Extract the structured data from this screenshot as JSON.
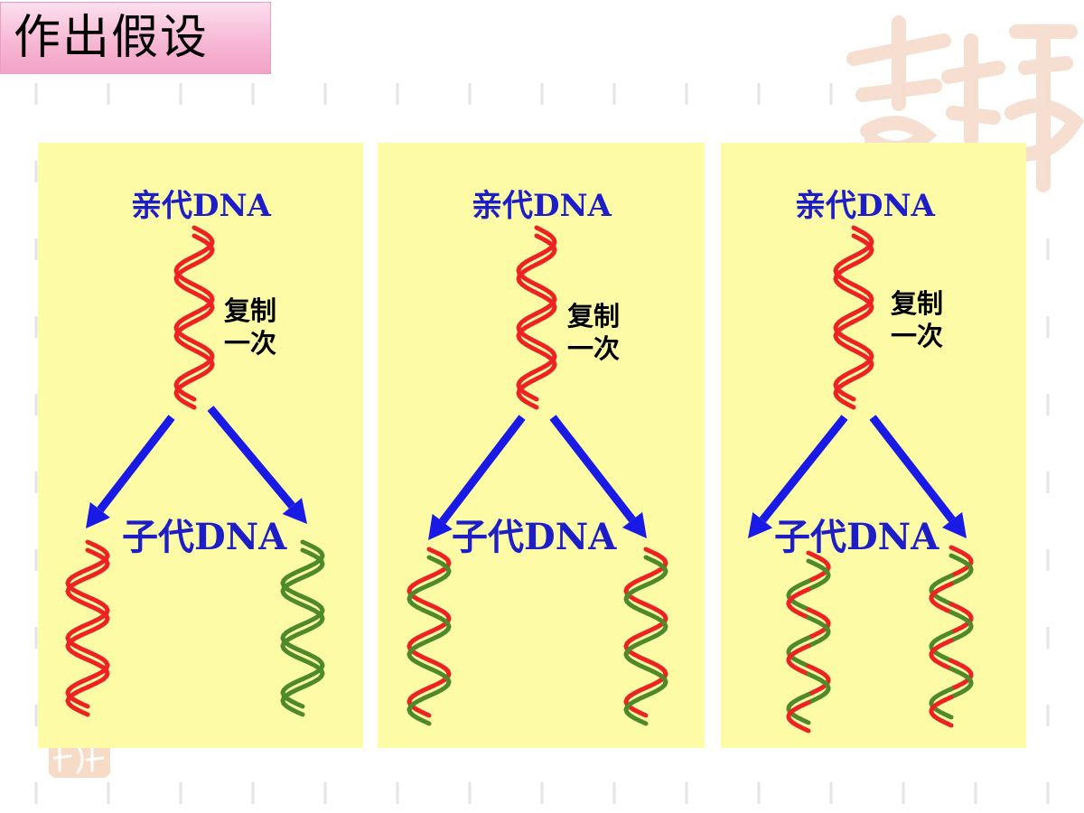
{
  "title": "作出假设",
  "colors": {
    "panel": "#fdfba5",
    "arrow": "#1a1ae6",
    "label": "#1e1ec8",
    "old_strand": "#ee2222",
    "new_strand": "#4f8a2a",
    "title_bg": "#f7b8d4"
  },
  "panels": [
    {
      "parent_label": "亲代DNA",
      "replication_line1": "复制",
      "replication_line2": "一次",
      "child_label": "子代DNA",
      "model": "conservative"
    },
    {
      "parent_label": "亲代DNA",
      "replication_line1": "复制",
      "replication_line2": "一次",
      "child_label": "子代DNA",
      "model": "semi-conservative"
    },
    {
      "parent_label": "亲代DNA",
      "replication_line1": "复制",
      "replication_line2": "一次",
      "child_label": "子代DNA",
      "model": "dispersive"
    }
  ]
}
